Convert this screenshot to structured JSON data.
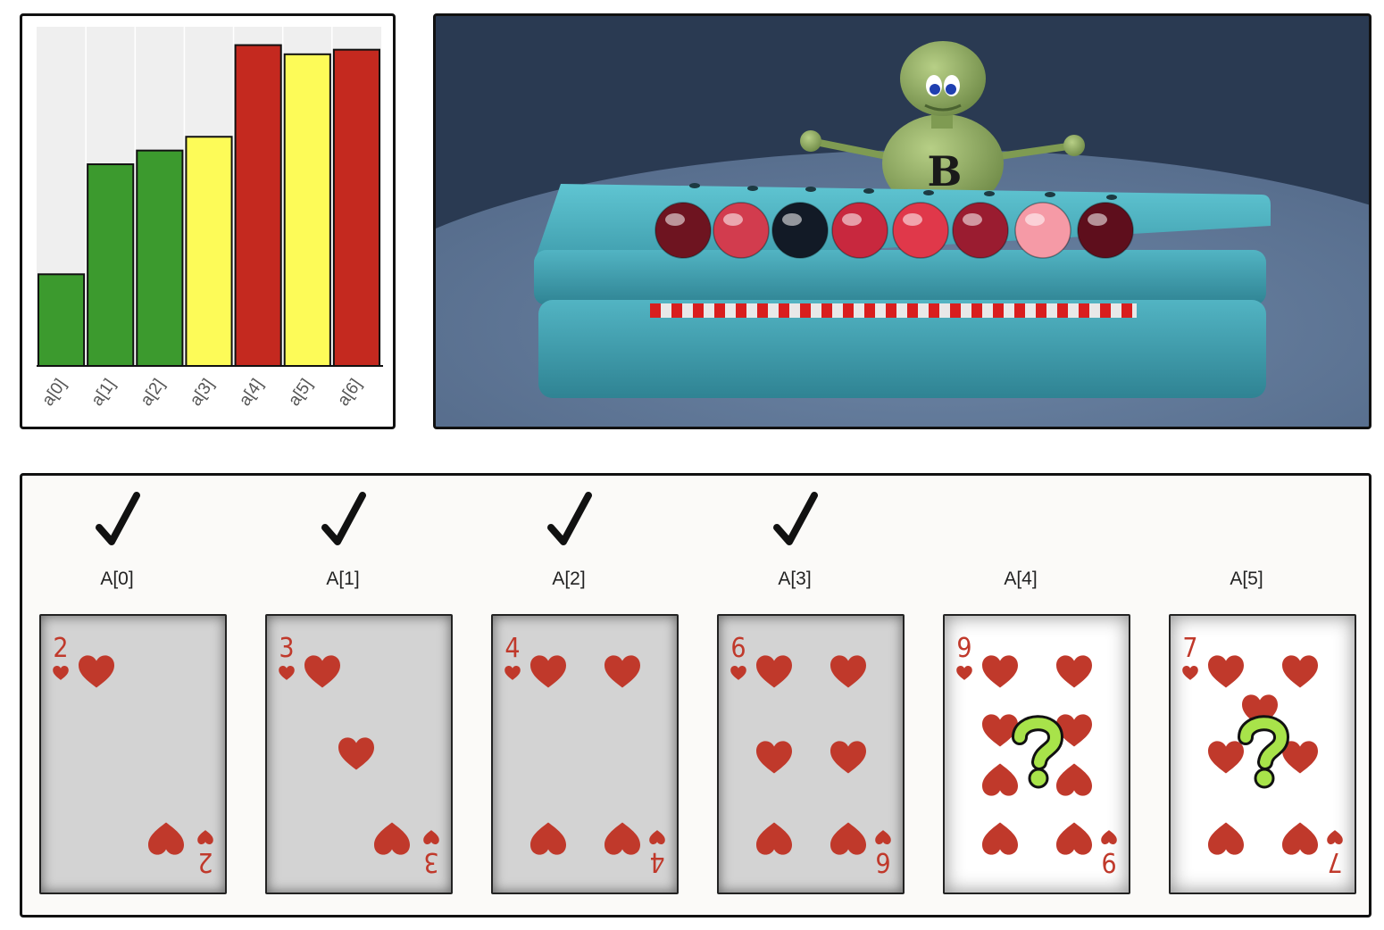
{
  "chart_data": {
    "type": "bar",
    "categories": [
      "a[0]",
      "a[1]",
      "a[2]",
      "a[3]",
      "a[4]",
      "a[5]",
      "a[6]"
    ],
    "values": [
      2,
      4.4,
      4.7,
      5.0,
      7.0,
      6.8,
      6.9
    ],
    "bar_states": [
      "sorted",
      "sorted",
      "sorted",
      "compared",
      "selected",
      "compared",
      "selected"
    ],
    "state_colors": {
      "sorted": "#3c9a2e",
      "compared": "#fdfb58",
      "selected": "#c4291f"
    },
    "ylim": [
      0,
      7.4
    ],
    "grid": true,
    "legend": "none"
  },
  "scene": {
    "robot_badge": "B",
    "ball_colors": [
      "#6e1420",
      "#d23c4e",
      "#121a26",
      "#c8283e",
      "#e0384a",
      "#9a1c30",
      "#f59aa6",
      "#5e0e1c"
    ]
  },
  "cards": [
    {
      "label": "A[0]",
      "rank": "2",
      "checked": true,
      "state": "done"
    },
    {
      "label": "A[1]",
      "rank": "3",
      "checked": true,
      "state": "done"
    },
    {
      "label": "A[2]",
      "rank": "4",
      "checked": true,
      "state": "done"
    },
    {
      "label": "A[3]",
      "rank": "6",
      "checked": true,
      "state": "done"
    },
    {
      "label": "A[4]",
      "rank": "9",
      "checked": false,
      "state": "open"
    },
    {
      "label": "A[5]",
      "rank": "7",
      "checked": false,
      "state": "open"
    }
  ],
  "colors": {
    "heart": "#c0392b",
    "question": "#a8e34a"
  }
}
